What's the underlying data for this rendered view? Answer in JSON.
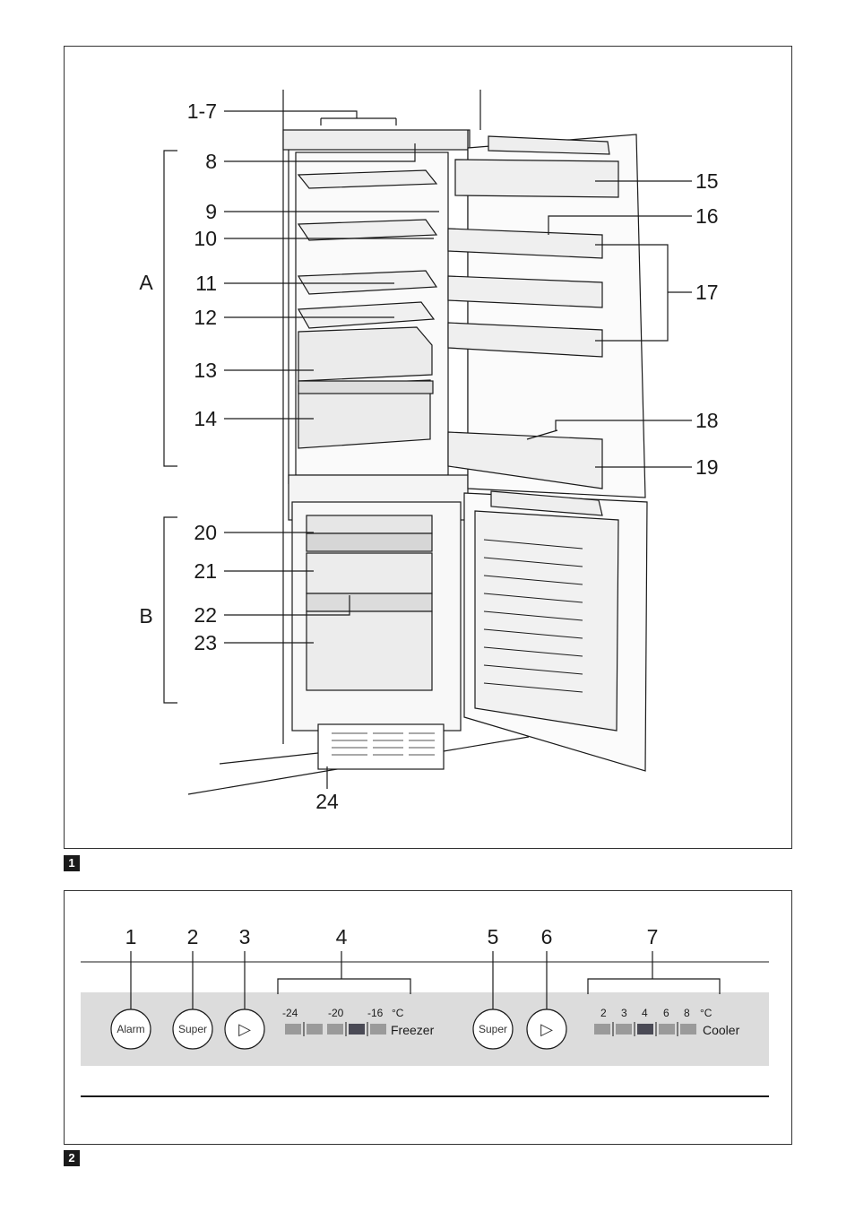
{
  "figure1": {
    "badge": "1",
    "callouts": [
      "1-7",
      "8",
      "9",
      "10",
      "11",
      "12",
      "13",
      "14",
      "15",
      "16",
      "17",
      "18",
      "19",
      "20",
      "21",
      "22",
      "23",
      "24"
    ],
    "groups": {
      "a": "A",
      "b": "B"
    }
  },
  "figure2": {
    "badge": "2",
    "numbers": [
      "1",
      "2",
      "3",
      "4",
      "5",
      "6",
      "7"
    ],
    "buttons": {
      "alarm": "Alarm",
      "super": "Super",
      "play": "▷"
    },
    "freezer": {
      "ticks": [
        "-24",
        "-20",
        "-16",
        "°C"
      ],
      "label": "Freezer"
    },
    "cooler": {
      "ticks": [
        "2",
        "3",
        "4",
        "6",
        "8",
        "°C"
      ],
      "label": "Cooler"
    }
  },
  "colors": {
    "line": "#1a1a1a",
    "panel": "#dcdcdc",
    "segment": "#9a9a9a",
    "segment_active": "#4a4a55",
    "fridge_fill": "#f4f4f4"
  }
}
